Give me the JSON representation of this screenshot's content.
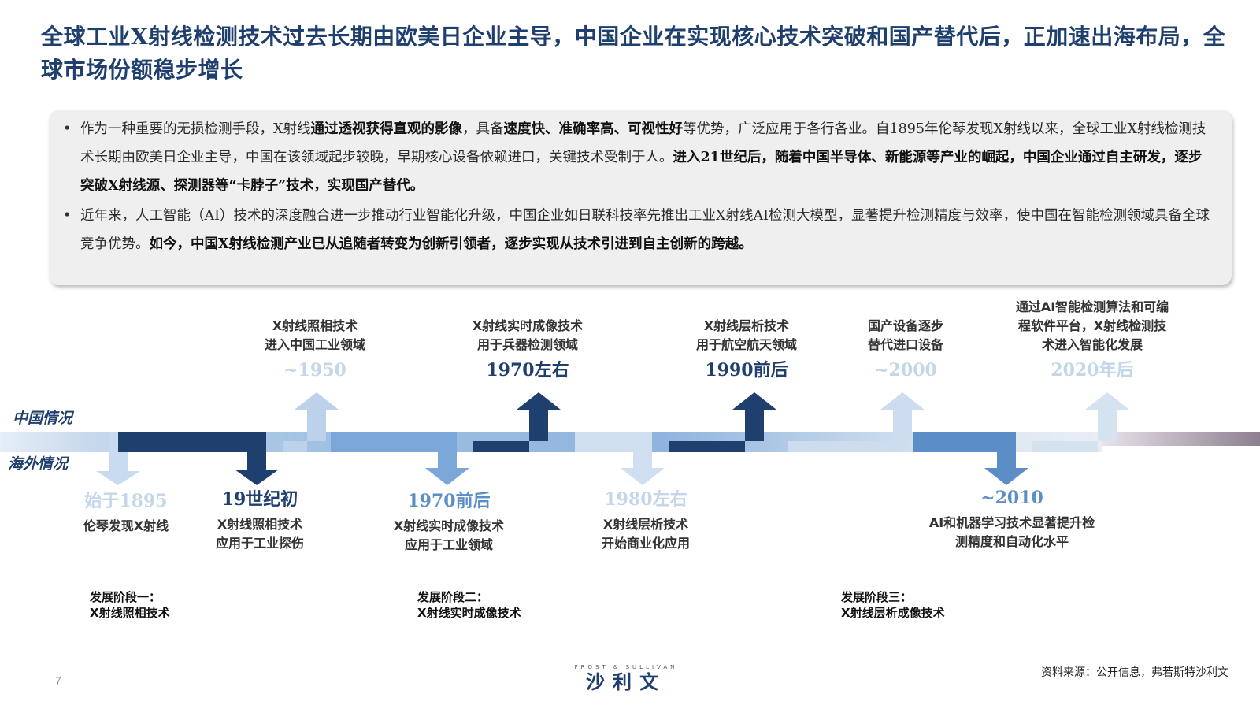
{
  "title": "全球工业X射线检测技术过去长期由欧美日企业主导，中国企业在实现核心技术突破和国产替代后，正加速出海布局，全球市场份额稳步增长",
  "summary": {
    "p1_a": "作为一种重要的无损检测手段，X射线",
    "p1_b": "通过透视获得直观的影像",
    "p1_c": "，具备",
    "p1_d": "速度快、准确率高、可视性好",
    "p1_e": "等优势，广泛应用于各行各业。自1895年伦琴发现X射线以来，全球工业X射线检测技术长期由欧美日企业主导，中国在该领域起步较晚，早期核心设备依赖进口，关键技术受制于人。",
    "p1_f": "进入21世纪后，随着中国半导体、新能源等产业的崛起，中国企业通过自主研发，逐步突破X射线源、探测器等“卡脖子”技术，实现国产替代。",
    "p2_a": "近年来，人工智能（AI）技术的深度融合进一步推动行业智能化升级，中国企业如日联科技率先推出工业X射线AI检测大模型，显著提升检测精度与效率，使中国在智能检测领域具备全球竞争优势。",
    "p2_b": "如今，中国X射线检测产业已从追随者转变为创新引领者，逐步实现从技术引进到自主创新的跨越。"
  },
  "labels": {
    "china": "中国情况",
    "overseas": "海外情况"
  },
  "china_events": [
    {
      "year": "~1950",
      "desc": [
        "X射线照相技术",
        "进入中国工业领域"
      ],
      "tone": "light"
    },
    {
      "year": "1970左右",
      "desc": [
        "X射线实时成像技术",
        "用于兵器检测领域"
      ],
      "tone": "dark"
    },
    {
      "year": "1990前后",
      "desc": [
        "X射线层析技术",
        "用于航空航天领域"
      ],
      "tone": "dark"
    },
    {
      "year": "~2000",
      "desc": [
        "国产设备逐步",
        "替代进口设备"
      ],
      "tone": "light"
    },
    {
      "year": "2020年后",
      "desc": [
        "通过AI智能检测算法和可编",
        "程软件平台，X射线检测技",
        "术进入智能化发展"
      ],
      "tone": "light"
    }
  ],
  "overseas_events": [
    {
      "year": "始于1895",
      "desc": [
        "伦琴发现X射线"
      ],
      "tone": "light"
    },
    {
      "year": "19世纪初",
      "desc": [
        "X射线照相技术",
        "应用于工业探伤"
      ],
      "tone": "dark"
    },
    {
      "year": "1970前后",
      "desc": [
        "X射线实时成像技术",
        "应用于工业领域"
      ],
      "tone": "mid"
    },
    {
      "year": "1980左右",
      "desc": [
        "X射线层析技术",
        "开始商业化应用"
      ],
      "tone": "light"
    },
    {
      "year": "~2010",
      "desc": [
        "AI和机器学习技术显著提升检",
        "测精度和自动化水平"
      ],
      "tone": "mid"
    }
  ],
  "stages": [
    {
      "title": "发展阶段一：",
      "name": "X射线照相技术"
    },
    {
      "title": "发展阶段二：",
      "name": "X射线实时成像技术"
    },
    {
      "title": "发展阶段三：",
      "name": "X射线层析成像技术"
    }
  ],
  "footer": {
    "page": "7",
    "logo_tag": "FROST & SULLIVAN",
    "logo_cn": "沙利文",
    "source": "资料来源：公开信息，弗若斯特沙利文"
  },
  "colors": {
    "title": "#1f3f6e",
    "dark_blue": "#1f3f6e",
    "mid_blue": "#5b8ec7",
    "light_blue": "#c3d6ea",
    "stage_grey": "#d9d9d9"
  }
}
